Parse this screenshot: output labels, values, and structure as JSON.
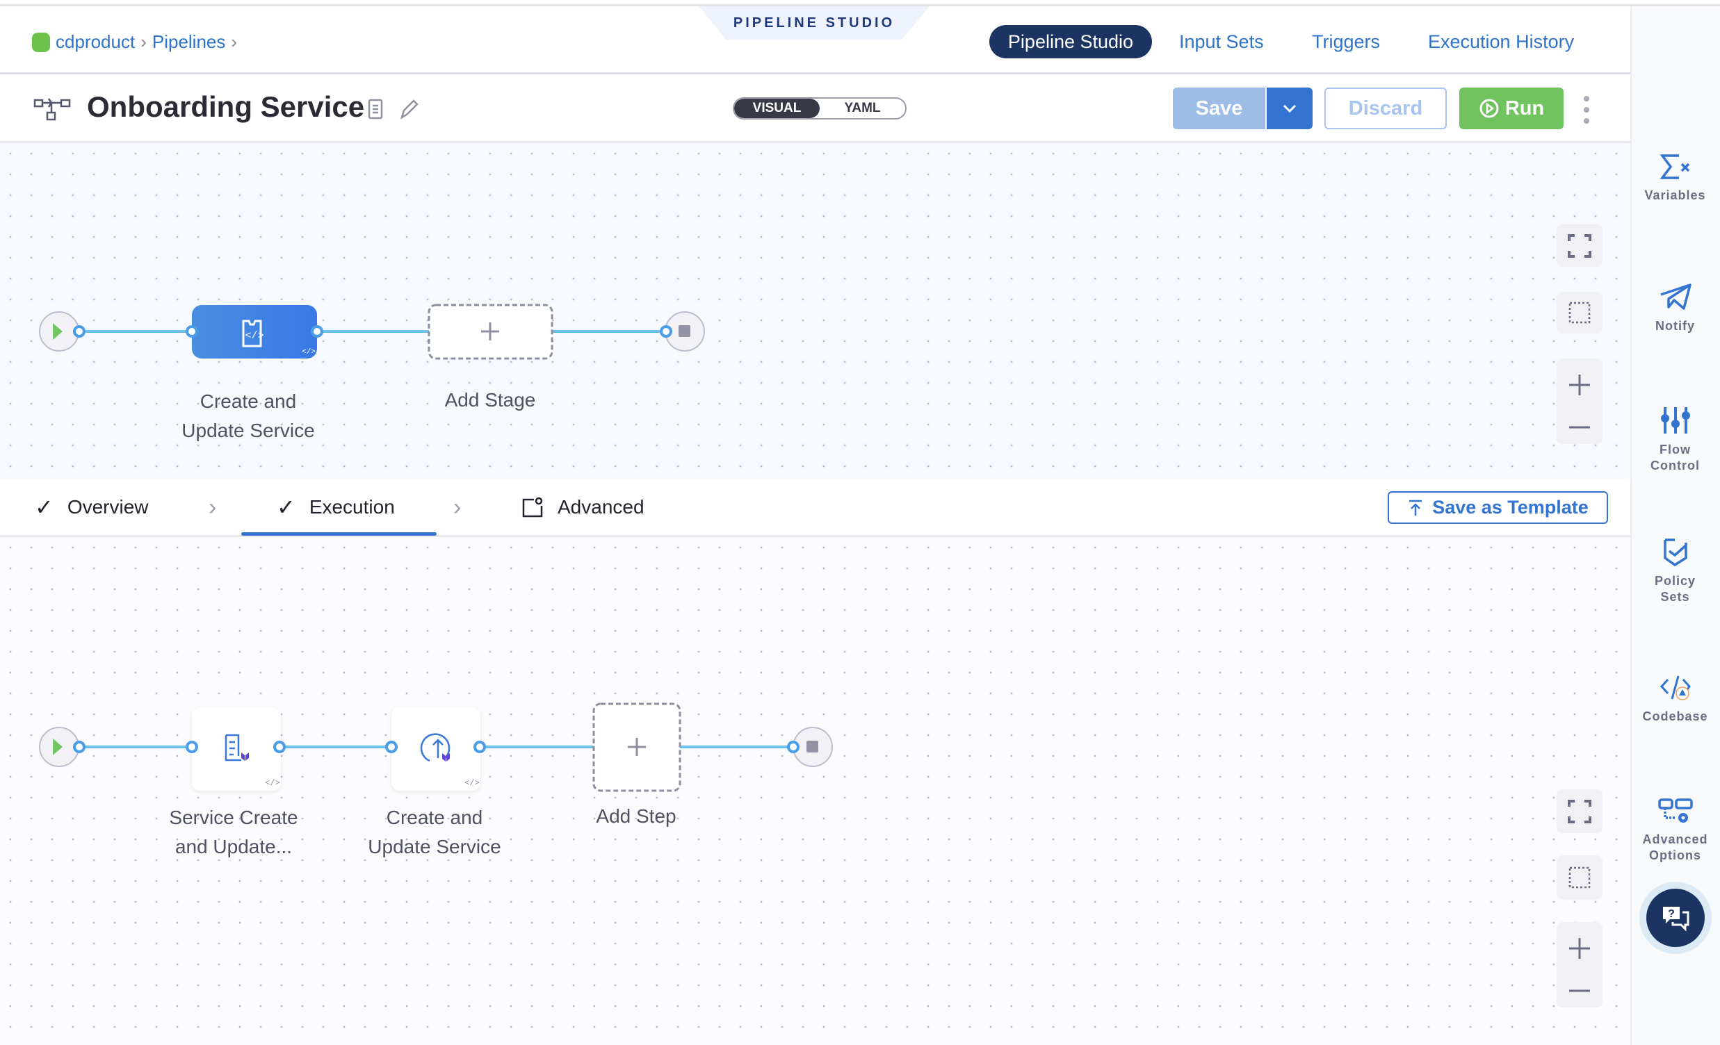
{
  "breadcrumb": {
    "items": [
      "cdproduct",
      "Pipelines"
    ]
  },
  "header": {
    "studio_badge": "PIPELINE STUDIO",
    "nav": [
      "Pipeline Studio",
      "Input Sets",
      "Triggers",
      "Execution History"
    ],
    "active_nav": "Pipeline Studio"
  },
  "toolbar": {
    "title": "Onboarding Service",
    "view_toggle": [
      "VISUAL",
      "YAML"
    ],
    "active_view": "VISUAL",
    "save": "Save",
    "discard": "Discard",
    "run": "Run"
  },
  "stage_graph": {
    "stages": [
      {
        "label_line1": "Create and",
        "label_line2": "Update Service"
      }
    ],
    "add_stage": "Add Stage"
  },
  "stage_tabs": {
    "tabs": [
      {
        "label": "Overview",
        "completed": true
      },
      {
        "label": "Execution",
        "completed": true,
        "active": true
      },
      {
        "label": "Advanced"
      }
    ],
    "save_as_template": "Save as Template"
  },
  "execution_graph": {
    "steps": [
      {
        "label_line1": "Service Create",
        "label_line2": "and Update..."
      },
      {
        "label_line1": "Create and",
        "label_line2": "Update Service"
      }
    ],
    "add_step": "Add Step"
  },
  "sidebar": {
    "items": [
      {
        "label": "Variables",
        "icon": "sigma-x-icon"
      },
      {
        "label": "Notify",
        "icon": "paper-plane-icon"
      },
      {
        "label": "Flow Control",
        "icon": "sliders-icon"
      },
      {
        "label": "Policy Sets",
        "icon": "shield-check-icon"
      },
      {
        "label": "Codebase",
        "icon": "code-warning-icon"
      },
      {
        "label": "Advanced Options",
        "icon": "flow-gear-icon"
      }
    ]
  },
  "colors": {
    "accent": "#3374d0",
    "nav_active": "#1c3462",
    "run": "#70c35e",
    "connector": "#6cc0ee"
  }
}
